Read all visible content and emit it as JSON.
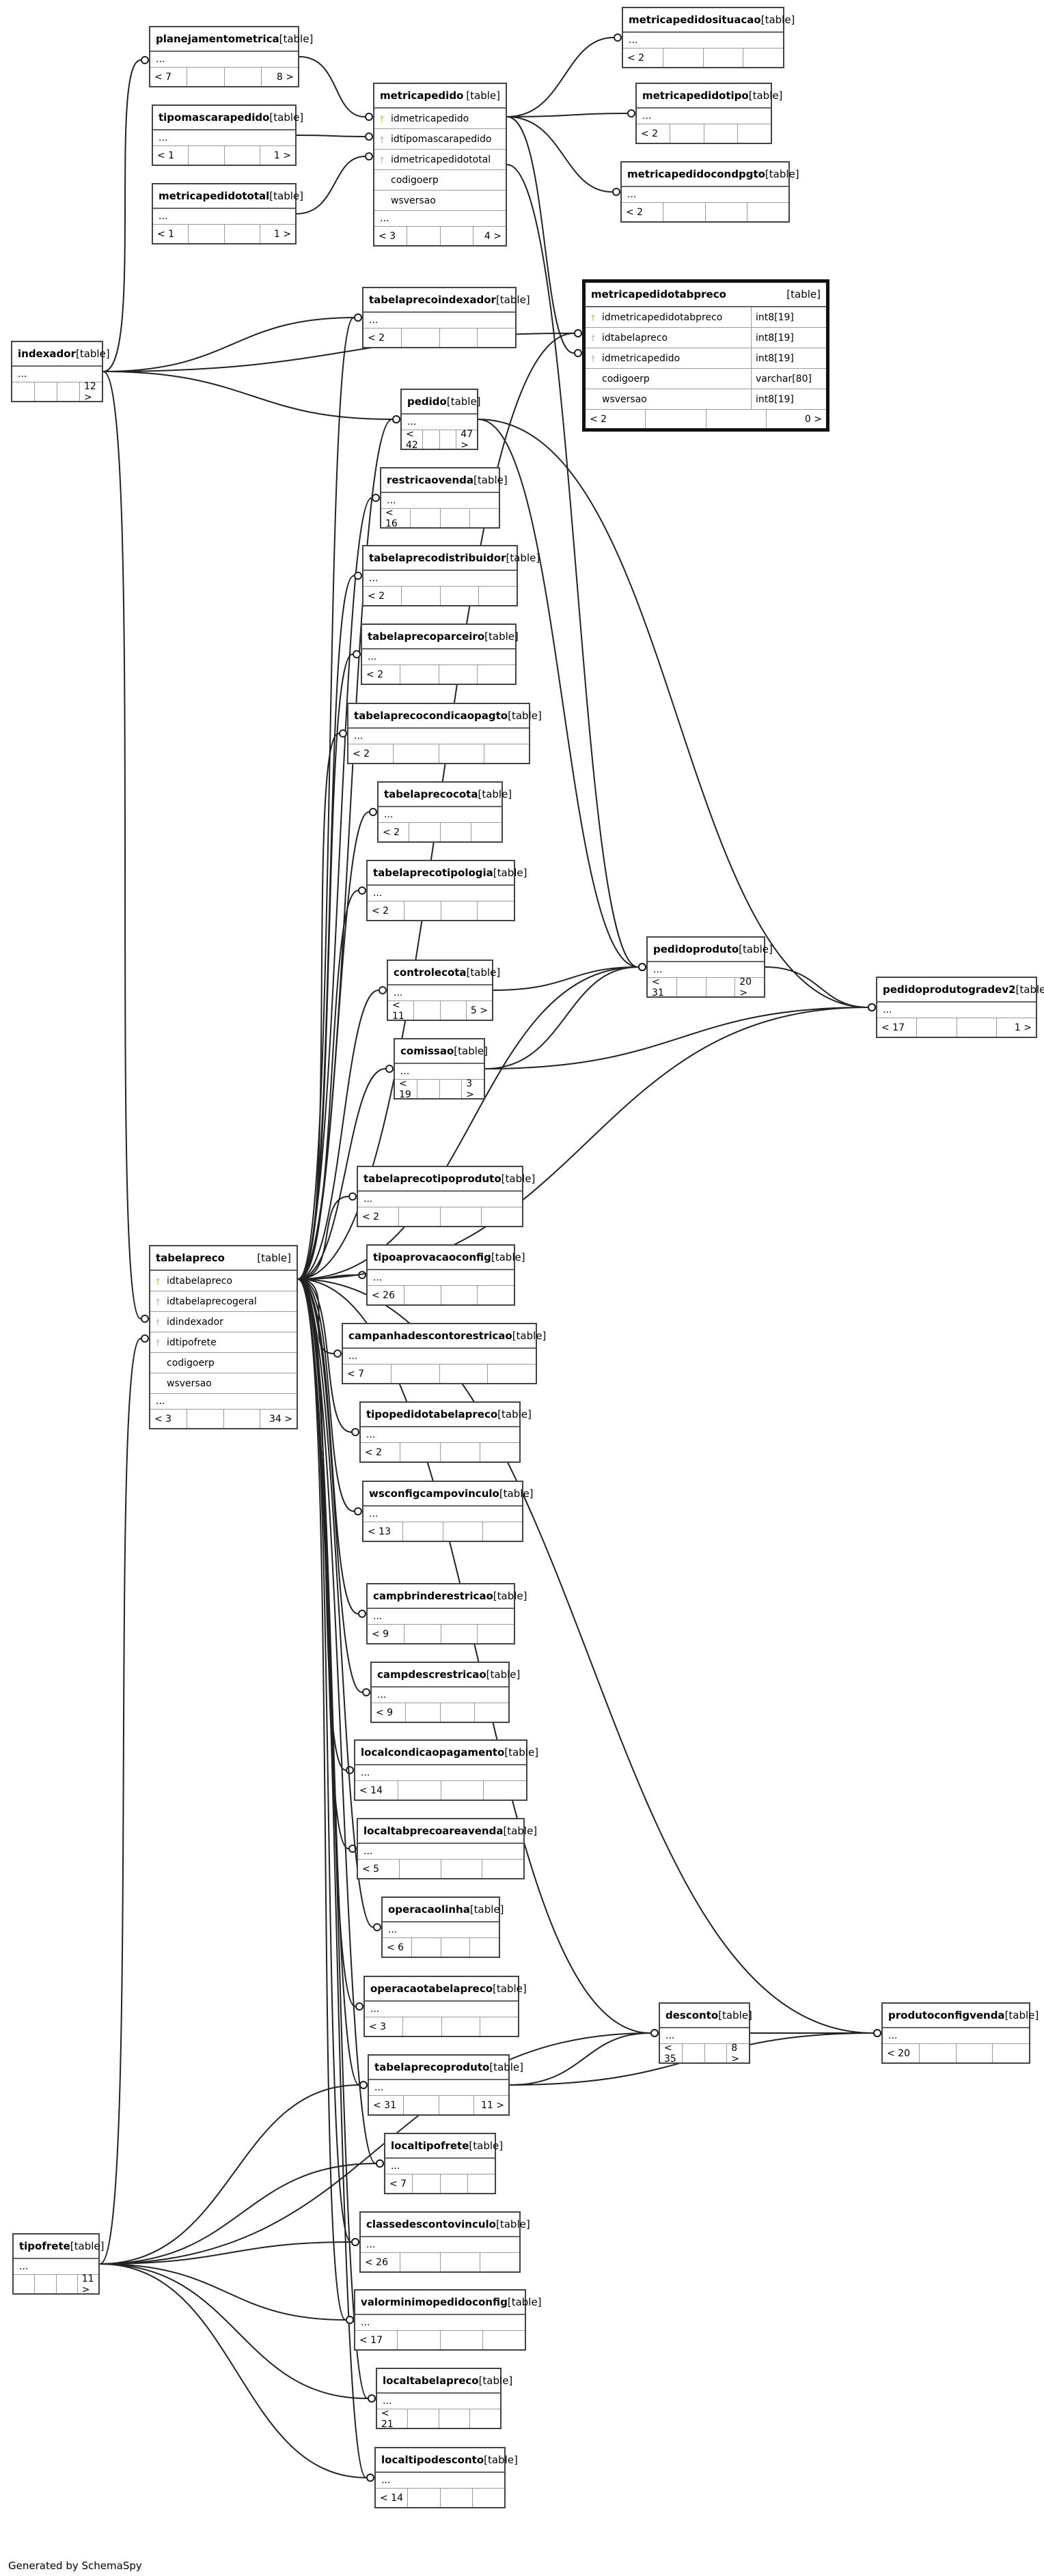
{
  "diagram": {
    "tag_label": "[table]",
    "ellipsis": "...",
    "generated_by": "Generated by SchemaSpy",
    "line_color": "#222222",
    "tables": [
      {
        "id": "planejamentometrica",
        "name": "planejamentometrica",
        "cols": [],
        "fl": "< 7",
        "fr": "8 >"
      },
      {
        "id": "tipomascarapedido",
        "name": "tipomascarapedido",
        "cols": [],
        "fl": "< 1",
        "fr": "1 >"
      },
      {
        "id": "metricapedidototal",
        "name": "metricapedidototal",
        "cols": [],
        "fl": "< 1",
        "fr": "1 >"
      },
      {
        "id": "metricapedido",
        "name": "metricapedido",
        "cols": [
          {
            "name": "idmetricapedido",
            "key": "pk"
          },
          {
            "name": "idtipomascarapedido",
            "key": "fk"
          },
          {
            "name": "idmetricapedidototal",
            "key": "fk"
          },
          {
            "name": "codigoerp",
            "key": ""
          },
          {
            "name": "wsversao",
            "key": ""
          }
        ],
        "ellipsis": true,
        "fl": "< 3",
        "fr": "4 >"
      },
      {
        "id": "metricapedidosituacao",
        "name": "metricapedidosituacao",
        "cols": [],
        "fl": "< 2",
        "fr": ""
      },
      {
        "id": "metricapedidotipo",
        "name": "metricapedidotipo",
        "cols": [],
        "fl": "< 2",
        "fr": ""
      },
      {
        "id": "metricapedidocondpgto",
        "name": "metricapedidocondpgto",
        "cols": [],
        "fl": "< 2",
        "fr": ""
      },
      {
        "id": "metricapedidotabpreco",
        "name": "metricapedidotabpreco",
        "focus": true,
        "cols": [
          {
            "name": "idmetricapedidotabpreco",
            "key": "pk",
            "type": "int8[19]"
          },
          {
            "name": "idtabelapreco",
            "key": "fk",
            "type": "int8[19]"
          },
          {
            "name": "idmetricapedido",
            "key": "fk",
            "type": "int8[19]"
          },
          {
            "name": "codigoerp",
            "key": "",
            "type": "varchar[80]"
          },
          {
            "name": "wsversao",
            "key": "",
            "type": "int8[19]"
          }
        ],
        "fl": "< 2",
        "fr": "0 >"
      },
      {
        "id": "indexador",
        "name": "indexador",
        "cols": [],
        "fl": "",
        "fr": "12 >"
      },
      {
        "id": "tabelaprecoindexador",
        "name": "tabelaprecoindexador",
        "cols": [],
        "fl": "< 2",
        "fr": ""
      },
      {
        "id": "pedido",
        "name": "pedido",
        "cols": [],
        "fl": "< 42",
        "fr": "47 >"
      },
      {
        "id": "restricaovenda",
        "name": "restricaovenda",
        "cols": [],
        "fl": "< 16",
        "fr": ""
      },
      {
        "id": "tabelaprecodistribuidor",
        "name": "tabelaprecodistribuidor",
        "cols": [],
        "fl": "< 2",
        "fr": ""
      },
      {
        "id": "tabelaprecoparceiro",
        "name": "tabelaprecoparceiro",
        "cols": [],
        "fl": "< 2",
        "fr": ""
      },
      {
        "id": "tabelaprecocondicaopagto",
        "name": "tabelaprecocondicaopagto",
        "cols": [],
        "fl": "< 2",
        "fr": ""
      },
      {
        "id": "tabelaprecocota",
        "name": "tabelaprecocota",
        "cols": [],
        "fl": "< 2",
        "fr": ""
      },
      {
        "id": "tabelaprecotipologia",
        "name": "tabelaprecotipologia",
        "cols": [],
        "fl": "< 2",
        "fr": ""
      },
      {
        "id": "controlecota",
        "name": "controlecota",
        "cols": [],
        "fl": "< 11",
        "fr": "5 >"
      },
      {
        "id": "comissao",
        "name": "comissao",
        "cols": [],
        "fl": "< 19",
        "fr": "3 >"
      },
      {
        "id": "pedidoproduto",
        "name": "pedidoproduto",
        "cols": [],
        "fl": "< 31",
        "fr": "20 >"
      },
      {
        "id": "pedidoprodutogradev2",
        "name": "pedidoprodutogradev2",
        "cols": [],
        "fl": "< 17",
        "fr": "1 >"
      },
      {
        "id": "tabelaprecotipoproduto",
        "name": "tabelaprecotipoproduto",
        "cols": [],
        "fl": "< 2",
        "fr": ""
      },
      {
        "id": "tipoaprovacaoconfig",
        "name": "tipoaprovacaoconfig",
        "cols": [],
        "fl": "< 26",
        "fr": ""
      },
      {
        "id": "tabelapreco",
        "name": "tabelapreco",
        "cols": [
          {
            "name": "idtabelapreco",
            "key": "pk"
          },
          {
            "name": "idtabelaprecogeral",
            "key": "fk"
          },
          {
            "name": "idindexador",
            "key": "fk"
          },
          {
            "name": "idtipofrete",
            "key": "fk"
          },
          {
            "name": "codigoerp",
            "key": ""
          },
          {
            "name": "wsversao",
            "key": ""
          }
        ],
        "ellipsis": true,
        "fl": "< 3",
        "fr": "34 >"
      },
      {
        "id": "campanhadescontorestricao",
        "name": "campanhadescontorestricao",
        "cols": [],
        "fl": "< 7",
        "fr": ""
      },
      {
        "id": "tipopedidotabelapreco",
        "name": "tipopedidotabelapreco",
        "cols": [],
        "fl": "< 2",
        "fr": ""
      },
      {
        "id": "wsconfigcampovinculo",
        "name": "wsconfigcampovinculo",
        "cols": [],
        "fl": "< 13",
        "fr": ""
      },
      {
        "id": "campbrinderestricao",
        "name": "campbrinderestricao",
        "cols": [],
        "fl": "< 9",
        "fr": ""
      },
      {
        "id": "campdescrestricao",
        "name": "campdescrestricao",
        "cols": [],
        "fl": "< 9",
        "fr": ""
      },
      {
        "id": "localcondicaopagamento",
        "name": "localcondicaopagamento",
        "cols": [],
        "fl": "< 14",
        "fr": ""
      },
      {
        "id": "localtabprecoareavenda",
        "name": "localtabprecoareavenda",
        "cols": [],
        "fl": "< 5",
        "fr": ""
      },
      {
        "id": "operacaolinha",
        "name": "operacaolinha",
        "cols": [],
        "fl": "< 6",
        "fr": ""
      },
      {
        "id": "operacaotabelapreco",
        "name": "operacaotabelapreco",
        "cols": [],
        "fl": "< 3",
        "fr": ""
      },
      {
        "id": "desconto",
        "name": "desconto",
        "cols": [],
        "fl": "< 35",
        "fr": "8 >"
      },
      {
        "id": "produtoconfigvenda",
        "name": "produtoconfigvenda",
        "cols": [],
        "fl": "< 20",
        "fr": ""
      },
      {
        "id": "tabelaprecoproduto",
        "name": "tabelaprecoproduto",
        "cols": [],
        "fl": "< 31",
        "fr": "11 >"
      },
      {
        "id": "localtipofrete",
        "name": "localtipofrete",
        "cols": [],
        "fl": "< 7",
        "fr": ""
      },
      {
        "id": "tipofrete",
        "name": "tipofrete",
        "cols": [],
        "fl": "",
        "fr": "11 >"
      },
      {
        "id": "classedescontovinculo",
        "name": "classedescontovinculo",
        "cols": [],
        "fl": "< 26",
        "fr": ""
      },
      {
        "id": "valorminimopedidoconfig",
        "name": "valorminimopedidoconfig",
        "cols": [],
        "fl": "< 17",
        "fr": ""
      },
      {
        "id": "localtabelapreco",
        "name": "localtabelapreco",
        "cols": [],
        "fl": "< 21",
        "fr": ""
      },
      {
        "id": "localtipodesconto",
        "name": "localtipodesconto",
        "cols": [],
        "fl": "< 14",
        "fr": ""
      }
    ]
  }
}
